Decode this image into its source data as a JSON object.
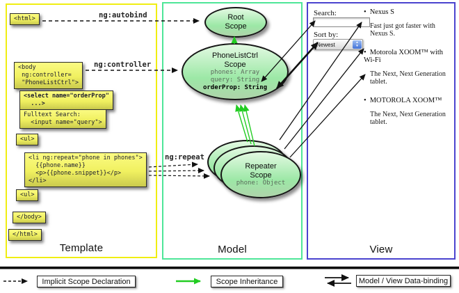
{
  "columns": {
    "template": {
      "label": "Template"
    },
    "model": {
      "label": "Model"
    },
    "view": {
      "label": "View"
    }
  },
  "arrow_labels": {
    "autobind": "ng:autobind",
    "controller": "ng:controller",
    "repeat": "ng:repeat"
  },
  "template_boxes": {
    "html_open": "<html>",
    "body_open": "<body\n ng:controller=\n \"PhoneListCtrl\">",
    "select": "<select name=\"orderProp\"\n  ...>",
    "fulltext": "Fulltext Search:\n  <input name=\"query\">",
    "ul_open": "<ul>",
    "li_repeat": "<li ng:repeat=\"phone in phones\">\n  {{phone.name}}\n  <p>{{phone.snippet}}</p>\n</li>",
    "ul_close": "<ul>",
    "body_close": "</body>",
    "html_close": "</html>"
  },
  "scopes": {
    "root": {
      "title": "Root\nScope"
    },
    "phonelist": {
      "title": "PhoneListCtrl\nScope",
      "props": [
        {
          "text": "phones: Array"
        },
        {
          "text": "query: String"
        },
        {
          "text": "orderProp: String"
        }
      ]
    },
    "repeater": {
      "title": "Repeater\nScope",
      "prop": "phone: Object"
    }
  },
  "view": {
    "search_label": "Search:",
    "search_value": "",
    "sort_label": "Sort by:",
    "sort_value": "Newest",
    "phones": [
      {
        "name": "Nexus S",
        "snippet": "Fast just got faster with Nexus S."
      },
      {
        "name": "Motorola XOOM™ with Wi-Fi",
        "snippet": "The Next, Next Generation tablet."
      },
      {
        "name": "MOTOROLA XOOM™",
        "snippet": "The Next, Next Generation tablet."
      }
    ]
  },
  "legend": {
    "implicit": "Implicit Scope Declaration",
    "inheritance": "Scope Inheritance",
    "databinding": "Model / View Data-binding"
  },
  "colors": {
    "template_border": "#f0ee12",
    "model_border": "#4ee698",
    "view_border": "#4a43cf",
    "inheritance_green": "#22cc22",
    "code_box_yellow": "#f0f060",
    "scope_fill_green": "#9ce8a6"
  }
}
